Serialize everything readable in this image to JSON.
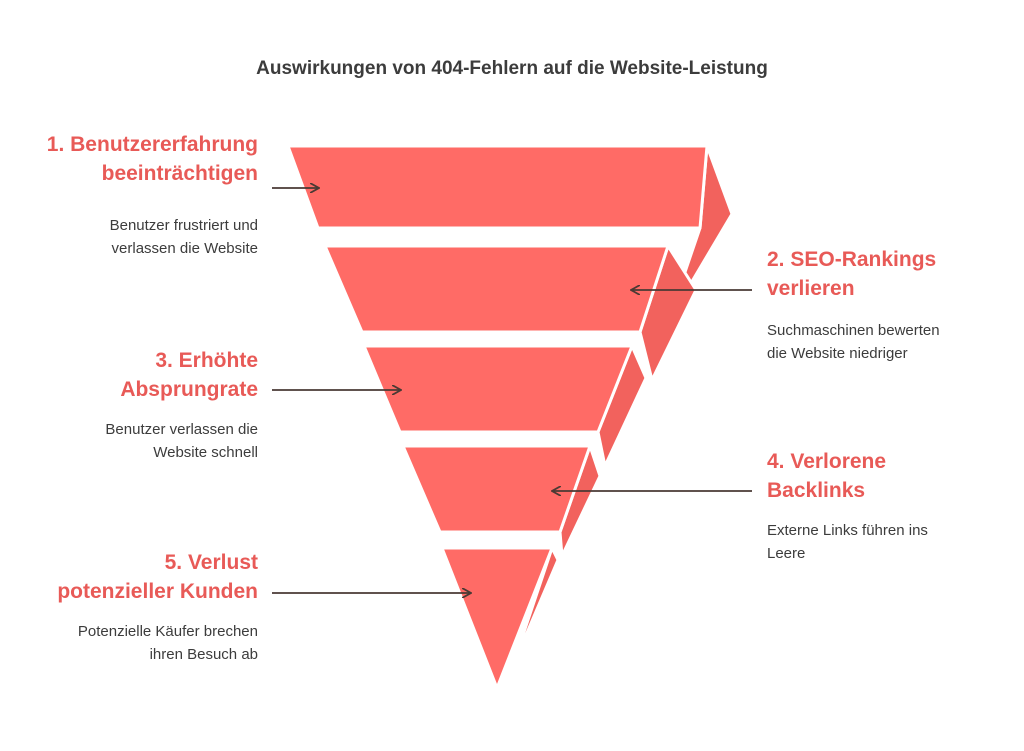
{
  "title": "Auswirkungen von 404-Fehlern auf die Website-Leistung",
  "colors": {
    "layer_front": "#ff6b66",
    "layer_side": "#f2625d",
    "layer_edge": "#ffffff",
    "heading": "#e85a57",
    "text": "#3c3c3c",
    "arrow": "#4a3a34"
  },
  "stages": [
    {
      "heading_line1": "1. Benutzererfahrung",
      "heading_line2": "beeinträchtigen",
      "desc_line1": "Benutzer frustriert und",
      "desc_line2": "verlassen die Website"
    },
    {
      "heading_line1": "2. SEO-Rankings",
      "heading_line2": "verlieren",
      "desc_line1": "Suchmaschinen bewerten",
      "desc_line2": "die Website niedriger"
    },
    {
      "heading_line1": "3. Erhöhte",
      "heading_line2": "Absprungrate",
      "desc_line1": "Benutzer verlassen die",
      "desc_line2": "Website schnell"
    },
    {
      "heading_line1": "4. Verlorene",
      "heading_line2": "Backlinks",
      "desc_line1": "Externe Links führen ins",
      "desc_line2": "Leere"
    },
    {
      "heading_line1": "5. Verlust",
      "heading_line2": "potenzieller Kunden",
      "desc_line1": "Potenzielle Käufer brechen",
      "desc_line2": "ihren Besuch ab"
    }
  ]
}
